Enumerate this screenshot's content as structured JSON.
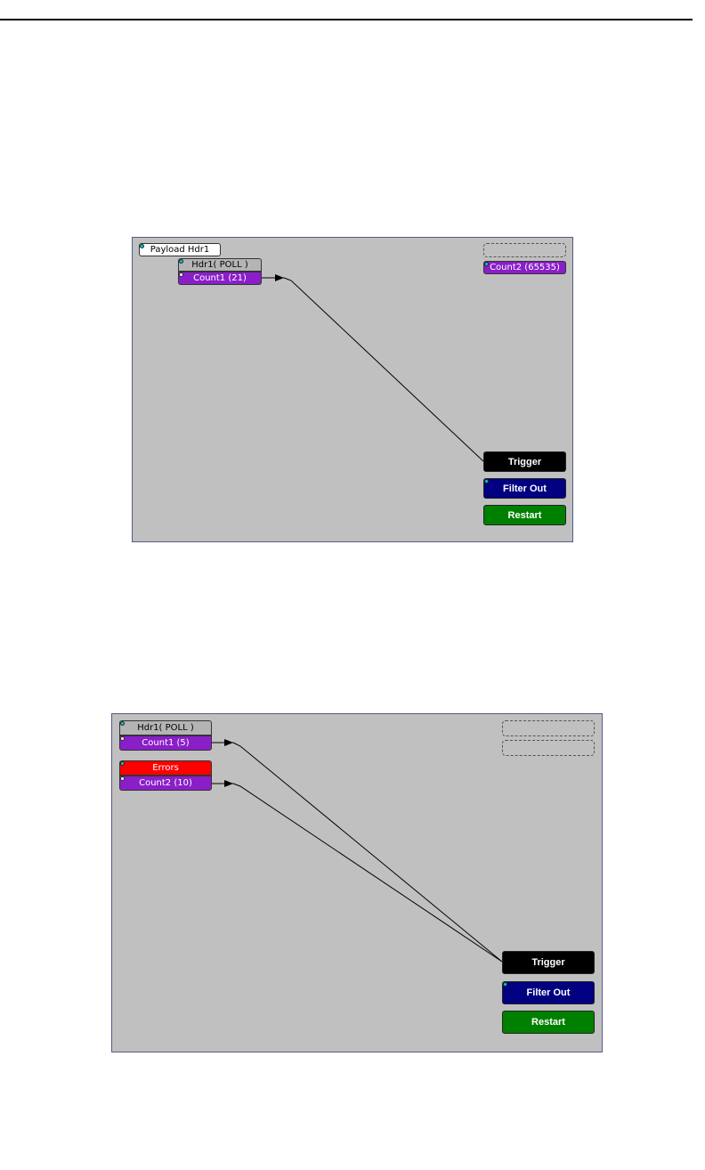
{
  "diagram1": {
    "payload_label": "Payload Hdr1",
    "header_label": "Hdr1( POLL )",
    "counter_label": "Count1 (21)",
    "counter2_label": "Count2 (65535)",
    "trigger_label": "Trigger",
    "filter_label": "Filter Out",
    "restart_label": "Restart"
  },
  "diagram2": {
    "header_label": "Hdr1( POLL )",
    "counter1_label": "Count1 (5)",
    "errors_label": "Errors",
    "counter2_label": "Count2 (10)",
    "trigger_label": "Trigger",
    "filter_label": "Filter Out",
    "restart_label": "Restart"
  },
  "colors": {
    "panel": "#c0c0c0",
    "counter": "#8a1ec8",
    "errors": "#ff0000",
    "trigger": "#000000",
    "filter_out": "#000080",
    "restart": "#008000"
  }
}
